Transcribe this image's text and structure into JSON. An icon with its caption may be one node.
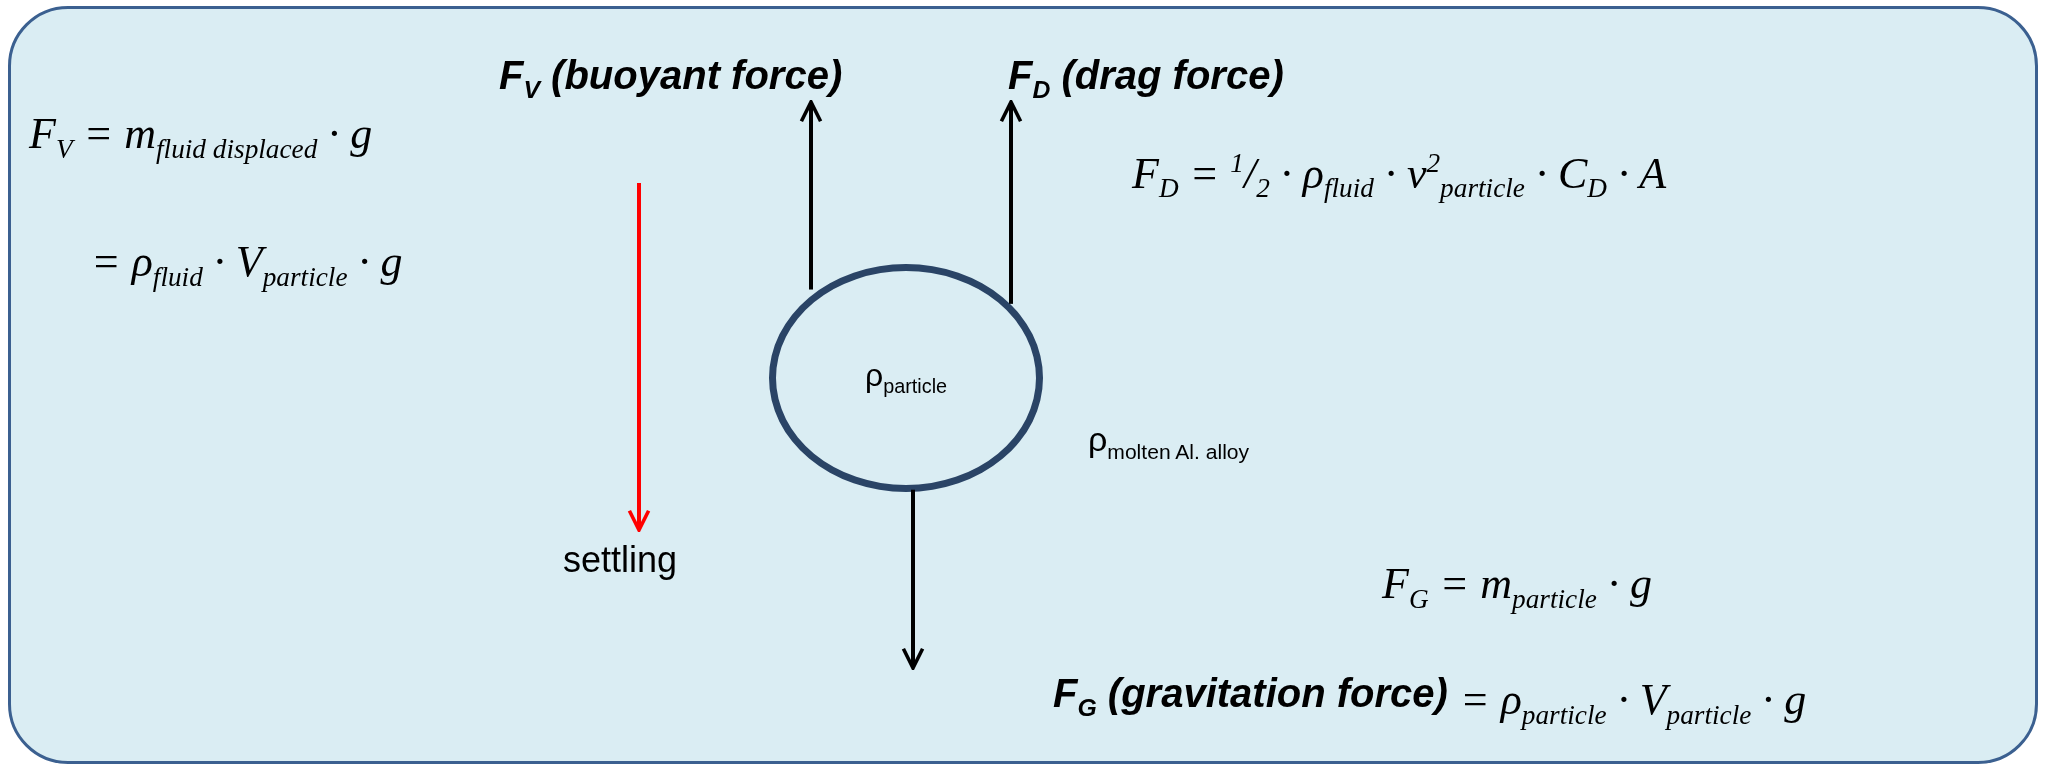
{
  "diagram": {
    "nodes": [
      {
        "text": [
          "ρ$_{molten Al. alloy}$"
        ]
      },
      {
        "text": [
          "F$_{V}$ (buoyant force)"
        ],
        "in": 0
      },
      {
        "text": [
          "F$_{D}$ (drag force)"
        ],
        "in": 0
      },
      {
        "text": [
          "ρ$_{particle}$"
        ],
        "in": 0
      },
      {
        "text": [
          "F$_{G}$ (gravitation force)"
        ],
        "in": 0
      }
    ],
    "edges": [
      {
        "from": 3,
        "to": 1,
        "arrow": "to"
      },
      {
        "from": 3,
        "to": 2,
        "arrow": "to"
      },
      {
        "from": 3,
        "to": 4,
        "arrow": "to"
      }
    ],
    "labels": [
      "F$_{V}$ = m$_{fluid displaced}$ · g",
      "= ρ$_{fluid}$ · V$_{particle}$ · g",
      "F$_{D}$ = $^{1}$/$_{2}$ · ρ$_{fluid}$ · v$^{2}$$_{particle}$ · C$_{D}$ · A",
      "settling",
      "F$_{G}$ = m$_{particle}$ · g",
      "= ρ$_{particle}$ · V$_{particle}$ · g"
    ]
  }
}
